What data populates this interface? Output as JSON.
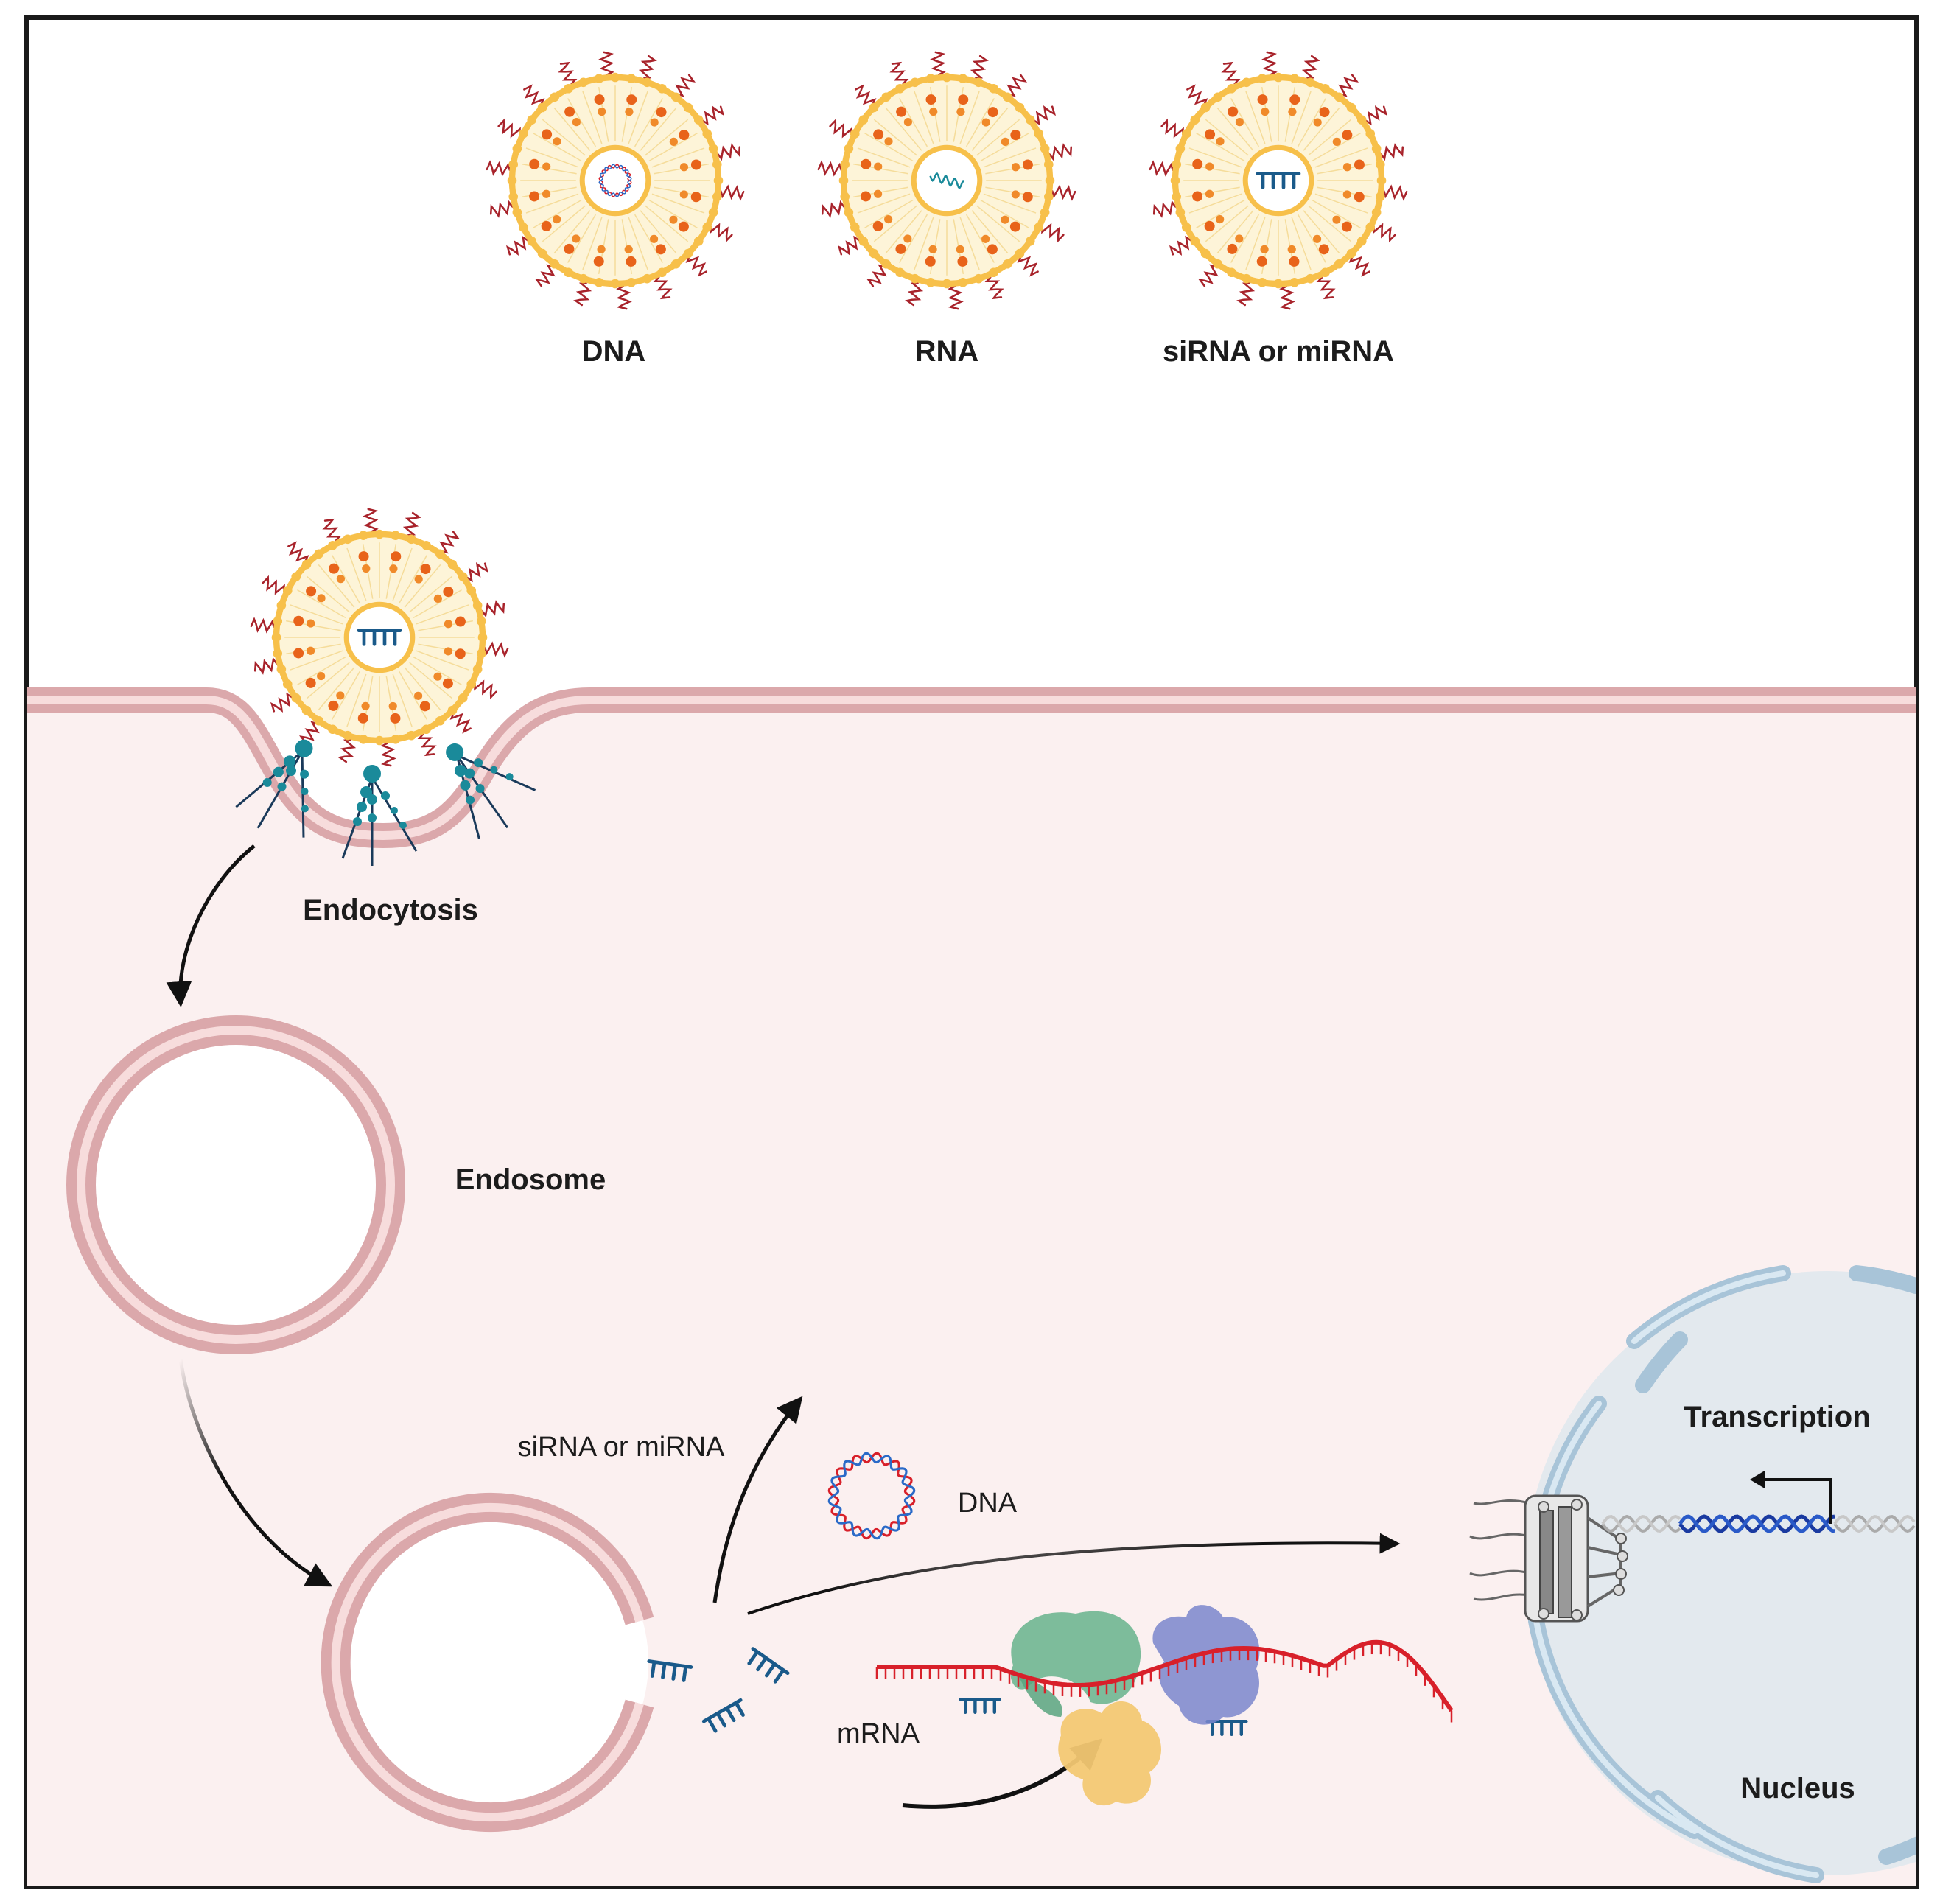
{
  "top_labels": {
    "dna": "DNA",
    "rna": "RNA",
    "sirna": "siRNA or miRNA"
  },
  "process_labels": {
    "endocytosis": "Endocytosis",
    "endosome": "Endosome",
    "sirna_release": "siRNA or miRNA",
    "dna_release": "DNA",
    "mrna": "mRNA",
    "transcription": "Transcription",
    "nucleus": "Nucleus"
  },
  "colors": {
    "frame": "#1a1a1a",
    "cytoplasm": "#fbf0f0",
    "membrane": "#dba8ab",
    "membrane_inner": "#f7dcdc",
    "lipid_head": "#f7c04a",
    "lipid_core": "#fdf4d8",
    "peg_chain": "#a8232b",
    "cargo_blue": "#1a5a8a",
    "mrna_red": "#d8202a",
    "nucleus_fill": "#e3e9ee",
    "nuclear_envelope": "#a8c4d8",
    "receptor_teal": "#1a8a9a"
  }
}
